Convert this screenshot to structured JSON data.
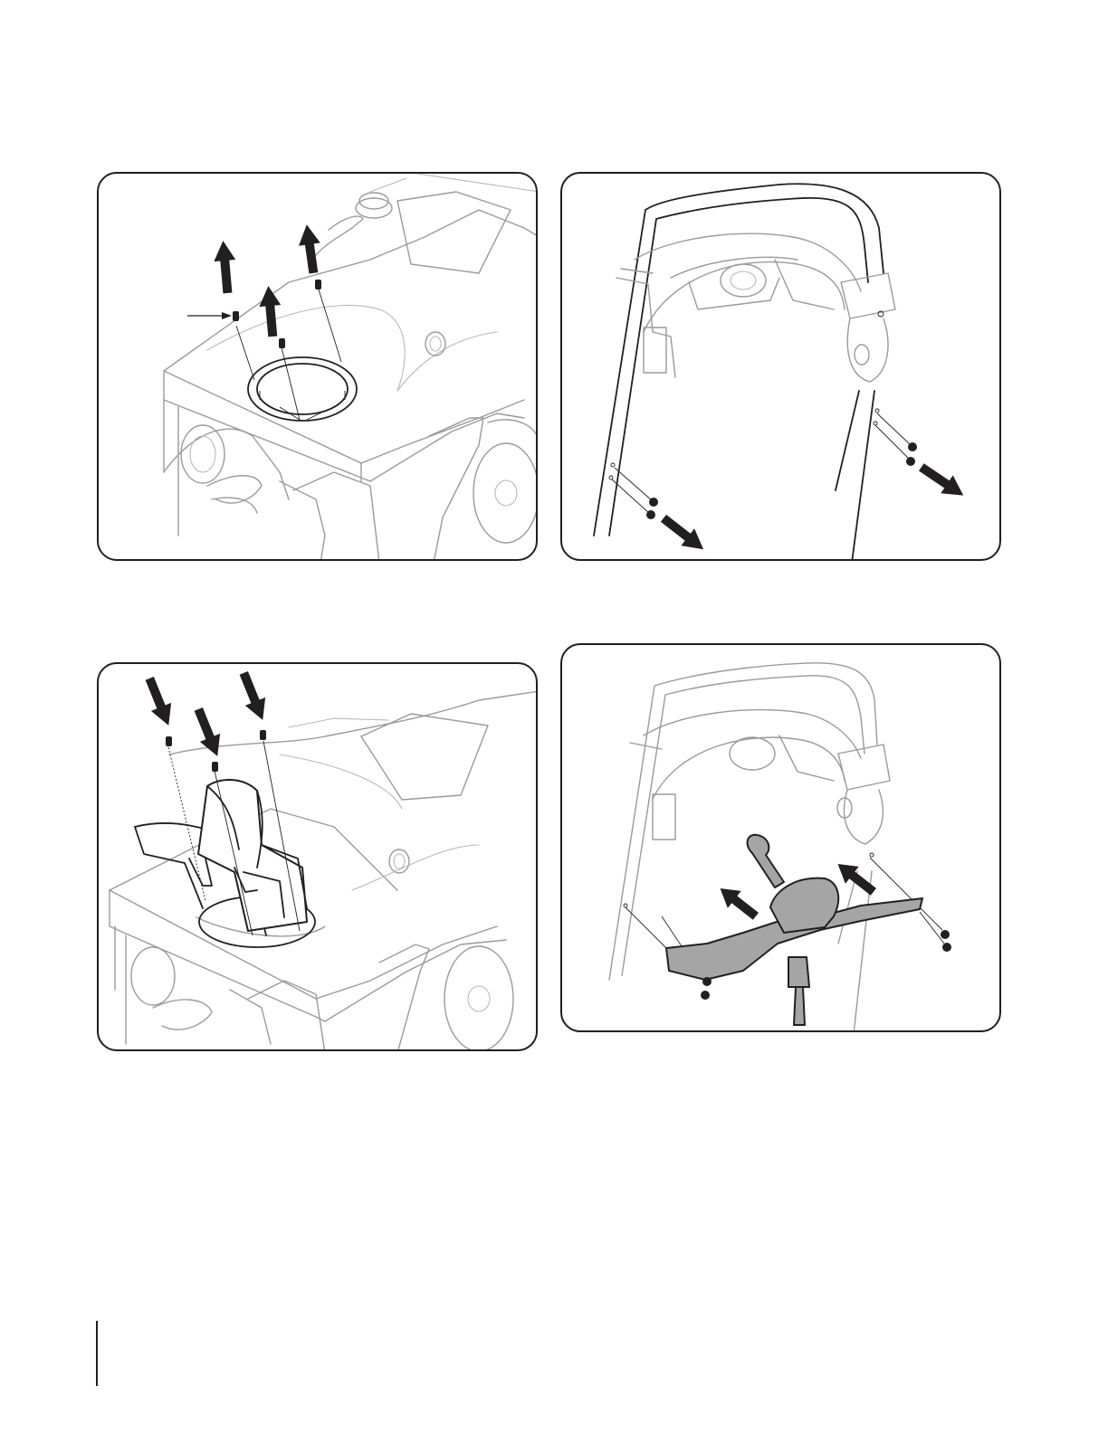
{
  "figures": [
    {
      "id": "fig-remove-chute-screws",
      "arrows": 3,
      "fasteners": 3
    },
    {
      "id": "fig-remove-handle-screws",
      "arrows": 2,
      "fasteners": 4
    },
    {
      "id": "fig-install-chute",
      "arrows": 3,
      "fasteners": 3
    },
    {
      "id": "fig-install-shift-bracket",
      "arrows": 2,
      "fasteners": 4
    }
  ],
  "colors": {
    "line_dark": "#231f20",
    "line_light": "#9a9a9a",
    "fill_grey": "#a5a5a5",
    "background": "#ffffff"
  }
}
